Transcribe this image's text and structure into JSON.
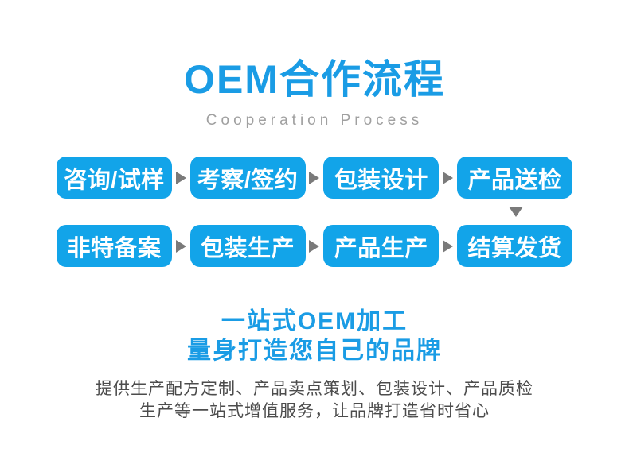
{
  "header": {
    "title": "OEM合作流程",
    "subtitle": "Cooperation Process"
  },
  "flow": {
    "rows": [
      {
        "steps": [
          {
            "label": "咨询/试样"
          },
          {
            "label": "考察/签约"
          },
          {
            "label": "包装设计"
          },
          {
            "label": "产品送检"
          }
        ]
      },
      {
        "steps": [
          {
            "label": "非特备案"
          },
          {
            "label": "包装生产"
          },
          {
            "label": "产品生产"
          },
          {
            "label": "结算发货"
          }
        ]
      }
    ],
    "icons": {
      "between_steps": "right-triangle-arrow",
      "between_rows": "down-triangle-arrow"
    }
  },
  "tagline": {
    "line1": "一站式OEM加工",
    "line2": "量身打造您自己的品牌"
  },
  "description": {
    "line1": "提供生产配方定制、产品卖点策划、包装设计、产品质检",
    "line2": "生产等一站式增值服务，让品牌打造省时省心"
  },
  "colors": {
    "box_blue": "#12a4e9",
    "text_blue": "#1a9ce5",
    "arrow_gray": "#7a7a7a",
    "subtitle_gray": "#a0a0a0",
    "text_gray": "#4c4c4c"
  }
}
